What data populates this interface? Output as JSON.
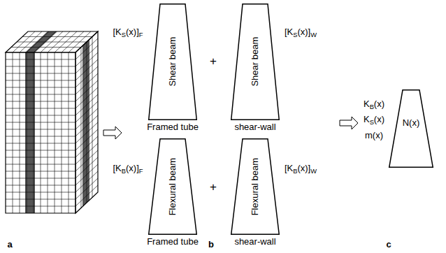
{
  "diagram": {
    "nodes": [
      {
        "text": [
          "Shear beam",
          "Framed tube"
        ]
      },
      {
        "text": [
          "Shear beam",
          "shear-wall"
        ]
      },
      {
        "text": [
          "Flexural beam",
          "Framed tube"
        ]
      },
      {
        "text": [
          "Flexural beam",
          "shear-wall"
        ]
      },
      {
        "text": [
          "N(x)"
        ]
      }
    ],
    "labels": [
      "[KS(x)]F",
      "+",
      "[KS(x)]W",
      "[KB(x)]F",
      "+",
      "[KB(x)]W",
      "KB(x)",
      "KS(x)",
      "m(x)",
      "a",
      "b",
      "c"
    ]
  }
}
